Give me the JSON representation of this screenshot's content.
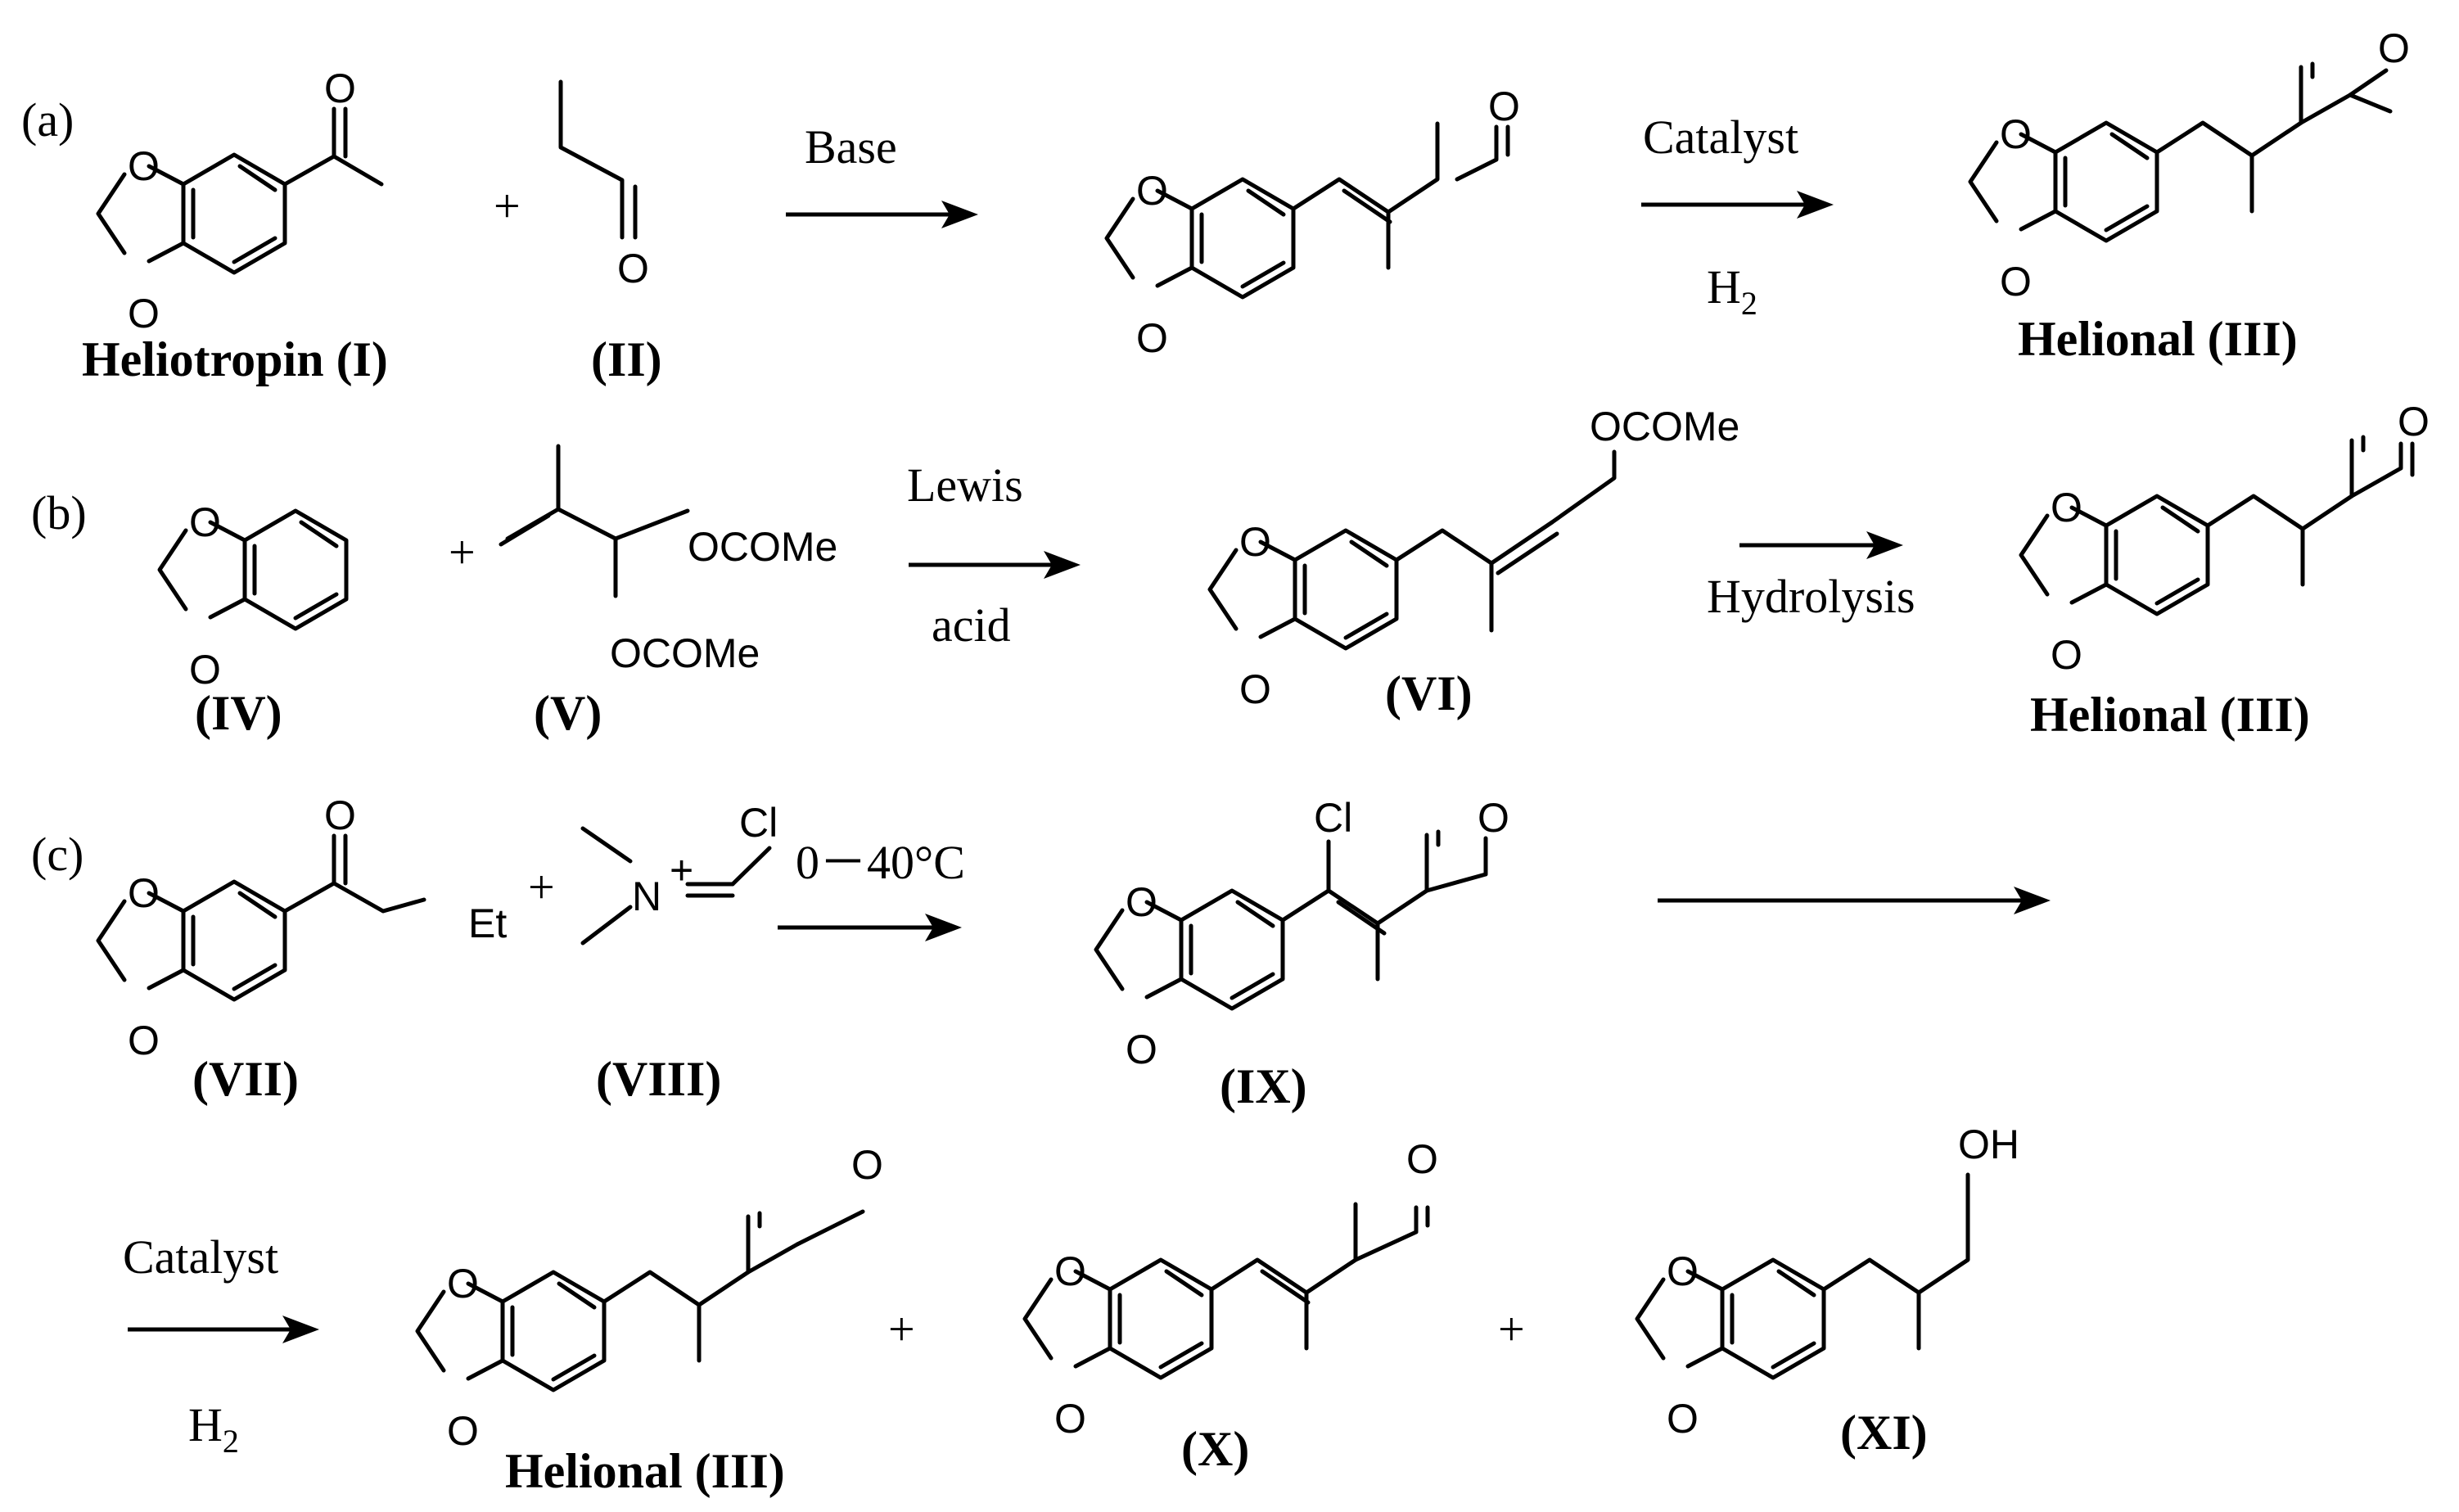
{
  "panels": {
    "a": {
      "label": "(a)",
      "reactant1": {
        "name": "Heliotropin (I)",
        "atoms": {
          "O1": "O",
          "O2": "O",
          "CHO": "O"
        }
      },
      "plus1": "+",
      "reactant2": {
        "name": "(II)",
        "atoms": {
          "CHO": "O"
        }
      },
      "reagent1": "Base",
      "intermediate": {
        "atoms": {
          "O1": "O",
          "O2": "O",
          "CHO": "O"
        }
      },
      "reagent2_top": "Catalyst",
      "reagent2_bottom_main": "H",
      "reagent2_bottom_sub": "2",
      "product": {
        "name": "Helional (III)",
        "atoms": {
          "O1": "O",
          "O2": "O",
          "CHO": "O"
        }
      }
    },
    "b": {
      "label": "(b)",
      "reactant1": {
        "name_pre": "(",
        "name_bold": "IV",
        "name_post": ")",
        "atoms": {
          "O1": "O",
          "O2": "O"
        }
      },
      "plus1": "+",
      "reactant2": {
        "name_pre": "(",
        "name_bold": "V",
        "name_post": ")",
        "atoms": {
          "OAc1": "OCOMe",
          "OAc2": "OCOMe"
        }
      },
      "reagent1_top": "Lewis",
      "reagent1_bottom": "acid",
      "intermediate": {
        "name_pre": "(",
        "name_bold": "VI",
        "name_post": ")",
        "atoms": {
          "O1": "O",
          "O2": "O",
          "OAc": "OCOMe"
        }
      },
      "reagent2": "Hydrolysis",
      "product": {
        "name": "Helional (III)",
        "atoms": {
          "O1": "O",
          "O2": "O",
          "CHO": "O"
        }
      }
    },
    "c": {
      "label": "(c)",
      "reactant1": {
        "name_pre": "(",
        "name_bold": "VII",
        "name_post": ")",
        "atoms": {
          "O1": "O",
          "O2": "O",
          "CO": "O",
          "Et": "Et"
        }
      },
      "plus1": "+",
      "reactant2": {
        "name_pre": "(",
        "name_bold": "VIII",
        "name_post": ")",
        "atoms": {
          "N": "N",
          "charge": "+",
          "Cl": "Cl"
        }
      },
      "reagent1": "0－40°C",
      "intermediate": {
        "name_pre": "(",
        "name_bold": "IX",
        "name_post": ")",
        "atoms": {
          "O1": "O",
          "O2": "O",
          "Cl": "Cl",
          "CHO": "O"
        }
      },
      "reagent2_top": "Catalyst",
      "reagent2_bottom_main": "H",
      "reagent2_bottom_sub": "2",
      "product1": {
        "name": "Helional (III)",
        "atoms": {
          "O1": "O",
          "O2": "O",
          "CHO": "O"
        }
      },
      "plus2": "+",
      "product2": {
        "name_pre": "(",
        "name_bold": "X",
        "name_post": ")",
        "atoms": {
          "O1": "O",
          "O2": "O",
          "CHO": "O"
        }
      },
      "plus3": "+",
      "product3": {
        "name_pre": "(",
        "name_bold": "XI",
        "name_post": ")",
        "atoms": {
          "O1": "O",
          "O2": "O",
          "OH": "OH"
        }
      }
    }
  }
}
